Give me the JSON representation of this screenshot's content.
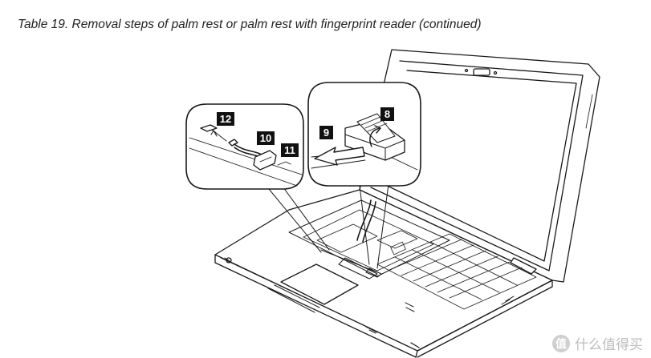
{
  "caption": "Table 19.  Removal steps of palm rest or palm rest with fingerprint reader (continued)",
  "callouts": {
    "c8": "8",
    "c9": "9",
    "c10": "10",
    "c11": "11",
    "c12": "12"
  },
  "watermark": {
    "text": "什么值得买",
    "logo": "值"
  }
}
